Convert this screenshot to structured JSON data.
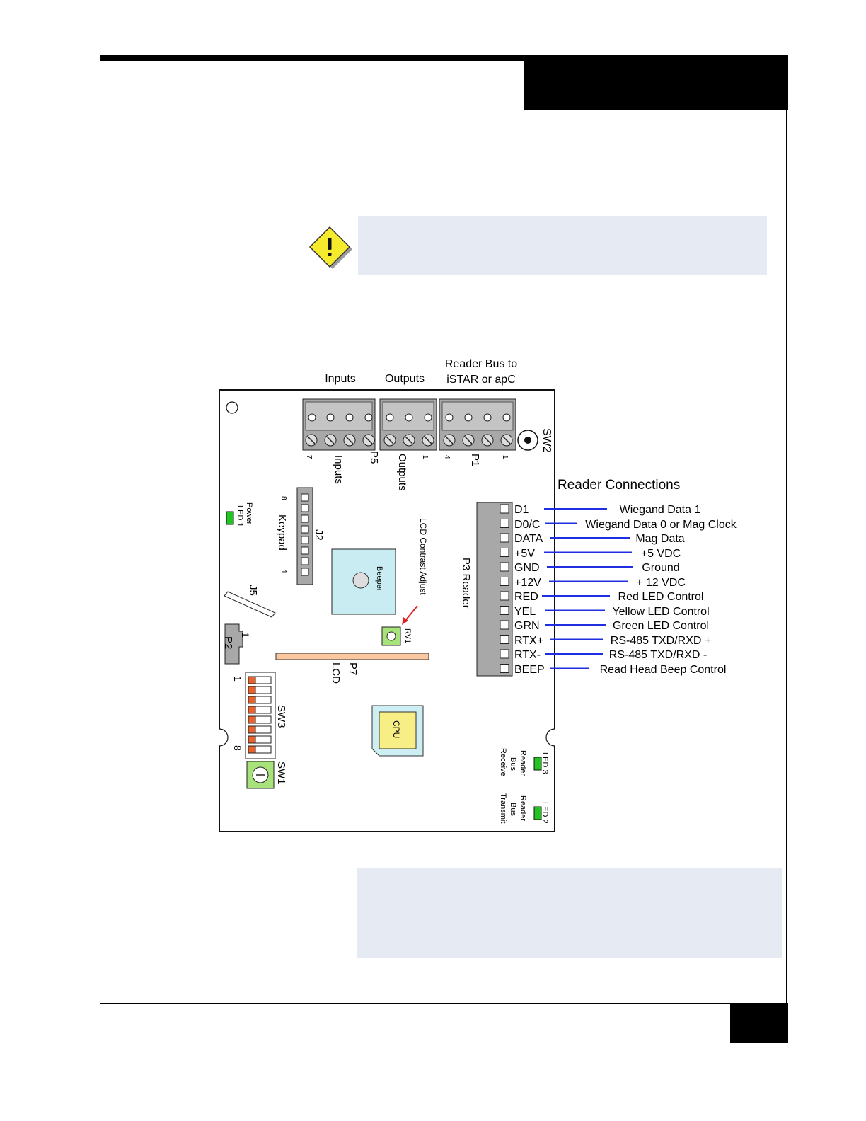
{
  "icons": {
    "warning": "warning-diamond-icon"
  },
  "colors": {
    "wire": "#1f2ee0",
    "board": "#ffffff",
    "terminal": "#a8a8a8",
    "led": "#22c422",
    "beeper": "#c9ecf2",
    "cpu": "#f7ef86",
    "cpu_frame": "#cdeef2",
    "lcd_strip": "#f9c8a0",
    "dip_switch": "#e8642c",
    "arrow": "#e02020",
    "shade_box": "#e6eaf2"
  },
  "diagram": {
    "top_labels": {
      "inputs": "Inputs",
      "outputs": "Outputs",
      "reader_bus_line1": "Reader Bus to",
      "reader_bus_line2": "iSTAR or apC"
    },
    "board": {
      "sw2": "SW2",
      "p5_label": "P5",
      "p5_pin_left": "7",
      "p5_inputs": "Inputs",
      "p5_pin_right": "1",
      "outputs": "Outputs",
      "p1_pin_left": "4",
      "p1_label": "P1",
      "p1_pin_right": "1",
      "power_led_line1": "Power",
      "power_led_line2": "LED 1",
      "j2_pin_8": "8",
      "keypad": "Keypad",
      "j2_label": "J2",
      "j2_pin_1": "1",
      "beeper": "Beeper",
      "lcd_contrast": "LCD Contrast Adjust",
      "rv1": "RV1",
      "p3_reader": "P3  Reader",
      "j5": "J5",
      "p2": "P2",
      "p2_pin": "1",
      "p7": "P7",
      "lcd": "LCD",
      "sw3": "SW3",
      "sw3_pin_1": "1",
      "sw3_pin_8": "8",
      "sw1": "SW1",
      "cpu": "CPU",
      "led3_label": "LED 3",
      "led3_desc_line1": "Reader",
      "led3_desc_line2": "Bus",
      "led3_desc_line3": "Receive",
      "led2_label": "LED 2",
      "led2_desc_line1": "Reader",
      "led2_desc_line2": "Bus",
      "led2_desc_line3": "Transmit"
    },
    "reader_connections": {
      "title": "Reader Connections",
      "pins": [
        {
          "pin": "D1",
          "desc": "Wiegand Data 1"
        },
        {
          "pin": "D0/C",
          "desc": "Wiegand Data 0 or Mag Clock"
        },
        {
          "pin": "DATA",
          "desc": "Mag Data"
        },
        {
          "pin": "+5V",
          "desc": "+5 VDC"
        },
        {
          "pin": "GND",
          "desc": "Ground"
        },
        {
          "pin": "+12V",
          "desc": "+ 12 VDC"
        },
        {
          "pin": "RED",
          "desc": "Red LED Control"
        },
        {
          "pin": "YEL",
          "desc": "Yellow LED Control"
        },
        {
          "pin": "GRN",
          "desc": "Green LED Control"
        },
        {
          "pin": "RTX+",
          "desc": "RS-485 TXD/RXD +"
        },
        {
          "pin": "RTX-",
          "desc": "RS-485 TXD/RXD -"
        },
        {
          "pin": "BEEP",
          "desc": "Read Head Beep Control"
        }
      ]
    }
  }
}
